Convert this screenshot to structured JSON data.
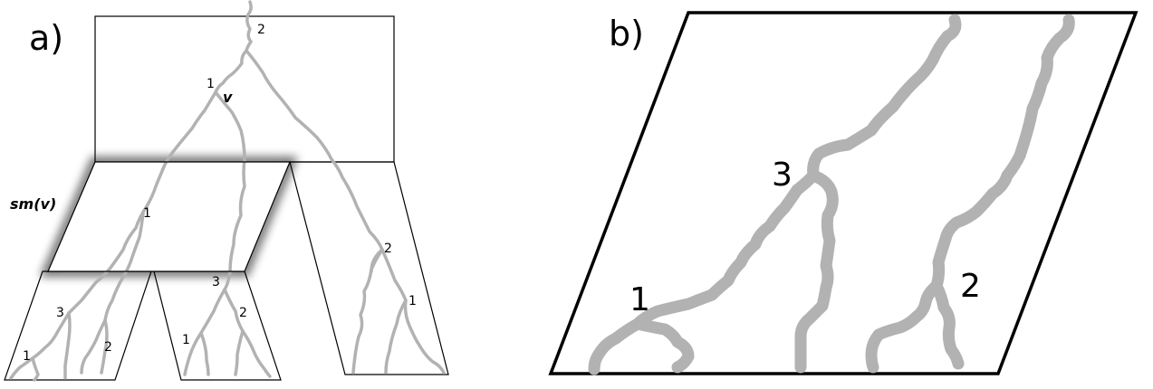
{
  "panel_a": {
    "label": "a)",
    "node_label": "v",
    "submodule_label": "sm(v)",
    "branch_numbers": {
      "top_2": "2",
      "top_1": "1",
      "sm_1": "1",
      "mid_3": "3",
      "mid_2": "2",
      "mid_1": "1",
      "left_3": "3",
      "left_1": "1",
      "left_2": "2",
      "right_2": "2",
      "right_1": "1"
    }
  },
  "panel_b": {
    "label": "b)",
    "branch_numbers": {
      "b_3": "3",
      "b_1": "1",
      "b_2": "2"
    }
  }
}
